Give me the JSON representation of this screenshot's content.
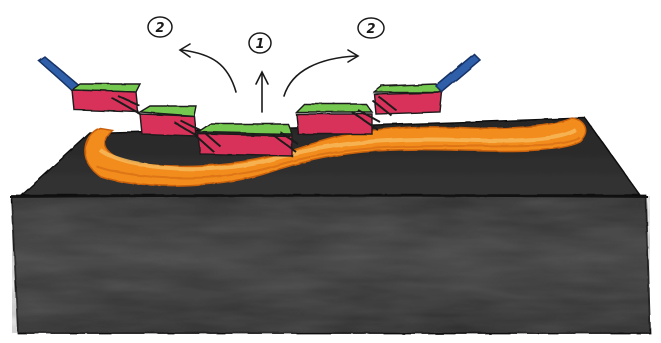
{
  "labels": {
    "center": "1",
    "left": "2",
    "right": "2"
  },
  "colors": {
    "base_top": "#2a2a2a",
    "base_front": "#3b3b3b",
    "base_dark": "#1c1c1c",
    "ribbon_outer": "#f28c1e",
    "ribbon_inner": "#f6b04a",
    "block_body": "#d9325a",
    "block_top": "#74c84f",
    "handle": "#2f5ea8",
    "ink": "#1a1a1a",
    "paper": "#ffffff"
  },
  "icons": {
    "up_arrow": "arrow-up-icon",
    "curved_arrow_left": "curved-arrow-left-icon",
    "curved_arrow_right": "curved-arrow-right-icon",
    "number_circle": "circled-number-icon"
  }
}
